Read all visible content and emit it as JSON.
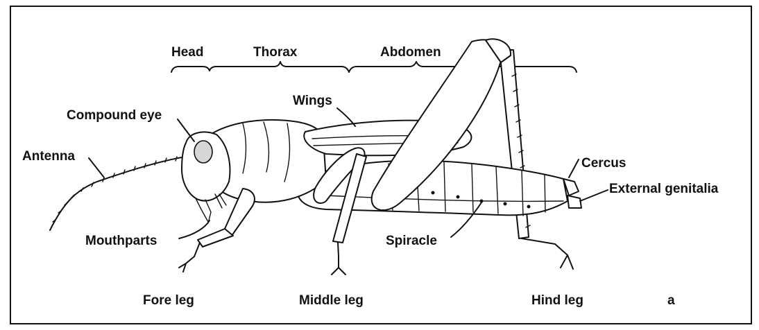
{
  "labels": {
    "head": "Head",
    "thorax": "Thorax",
    "abdomen": "Abdomen",
    "wings": "Wings",
    "compound_eye": "Compound eye",
    "antenna": "Antenna",
    "mouthparts": "Mouthparts",
    "cercus": "Cercus",
    "external_genitalia": "External genitalia",
    "spiracle": "Spiracle",
    "fore_leg": "Fore leg",
    "middle_leg": "Middle leg",
    "hind_leg": "Hind leg",
    "panel_letter": "a"
  }
}
